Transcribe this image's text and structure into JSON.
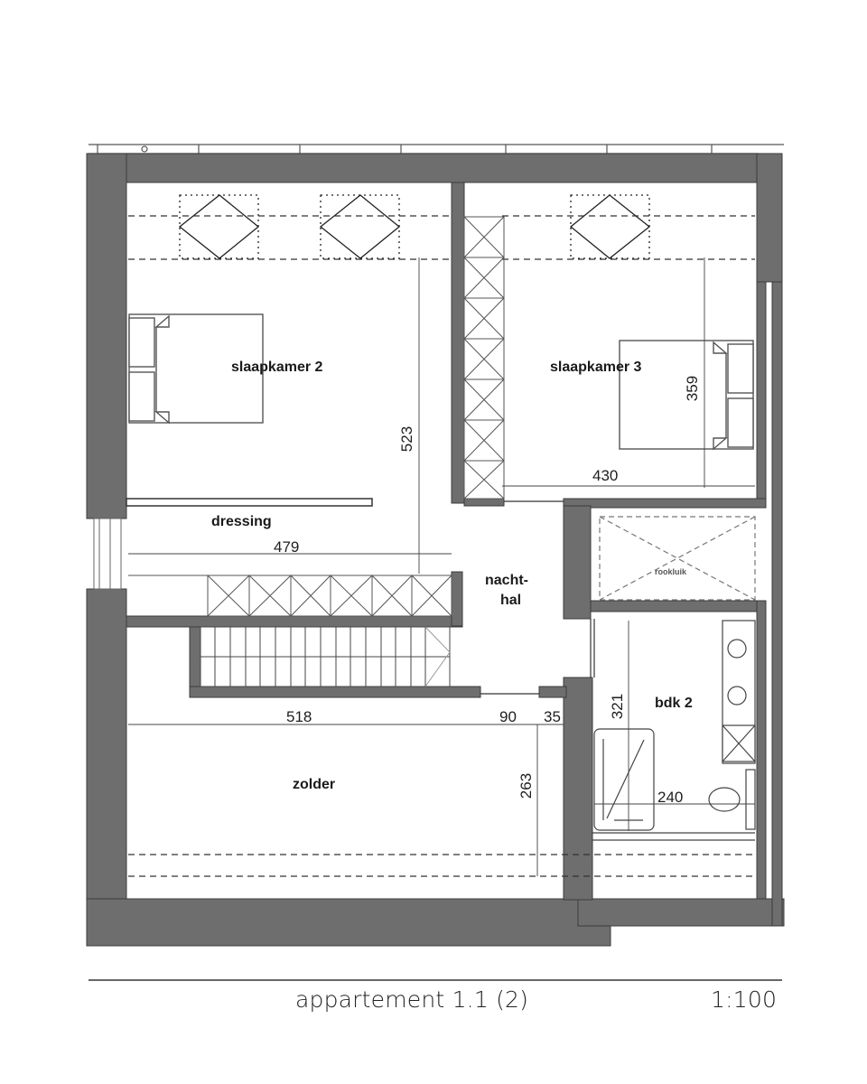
{
  "plan": {
    "colors": {
      "wall": "#6e6e6e",
      "wall_edge": "#3c3c3c",
      "line": "#444444",
      "background": "#ffffff"
    },
    "rooms": {
      "slaapkamer2": "slaapkamer 2",
      "slaapkamer3": "slaapkamer 3",
      "dressing": "dressing",
      "nachthal_line1": "nacht-",
      "nachthal_line2": "hal",
      "rookluik": "rookluik",
      "bdk2": "bdk 2",
      "zolder": "zolder"
    },
    "dimensions": {
      "d523": "523",
      "d359": "359",
      "d430": "430",
      "d479": "479",
      "d518": "518",
      "d90": "90",
      "d35": "35",
      "d321": "321",
      "d263": "263",
      "d240": "240"
    }
  },
  "titleblock": {
    "title": "appartement 1.1 (2)",
    "scale": "1:100"
  }
}
